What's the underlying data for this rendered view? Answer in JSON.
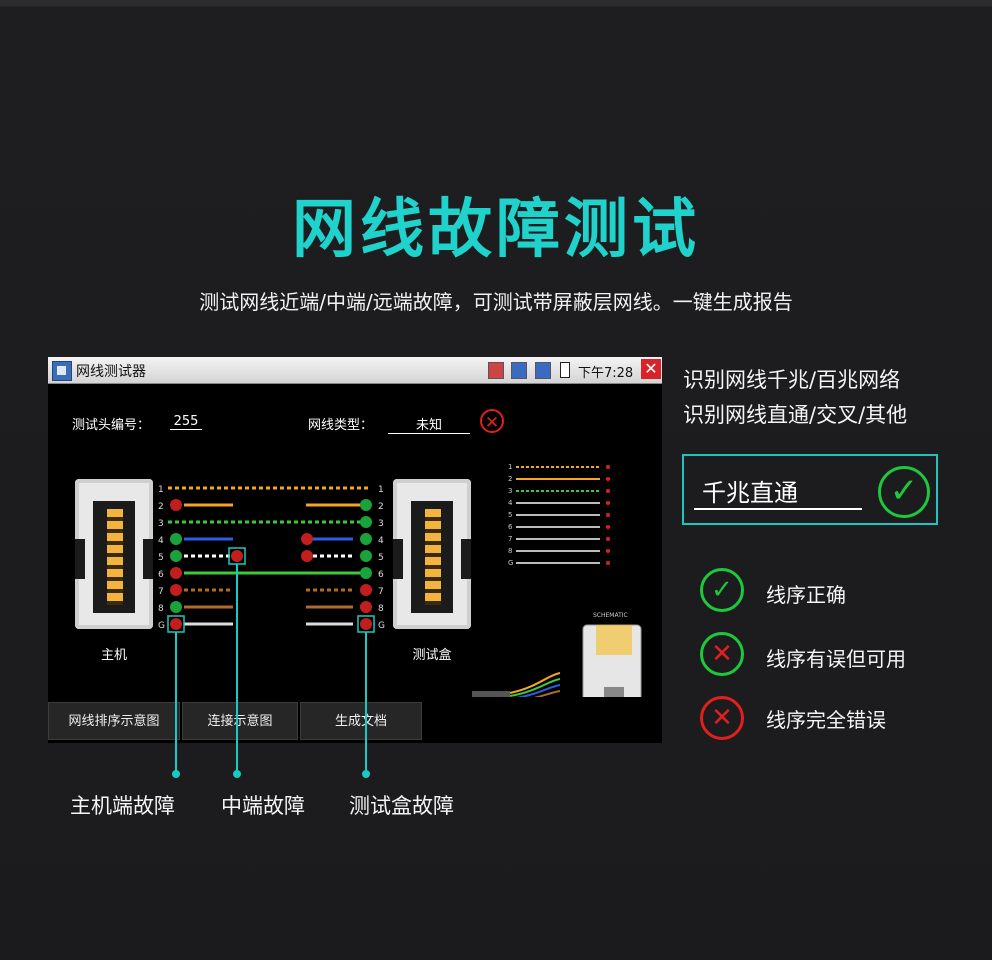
{
  "header": {
    "title": "网线故障测试",
    "subtitle": "测试网线近端/中端/远端故障，可测试带屏蔽层网线。一键生成报告"
  },
  "device": {
    "window_title": "网线测试器",
    "time": "下午7:28",
    "close_glyph": "✕",
    "probe_id_label": "测试头编号：",
    "probe_id_value": "255",
    "cable_type_label": "网线类型：",
    "cable_type_value": "未知",
    "host_label": "主机",
    "testbox_label": "测试盒",
    "pin_labels": [
      "1",
      "2",
      "3",
      "4",
      "5",
      "6",
      "7",
      "8",
      "G"
    ],
    "tabs": [
      "网线排序示意图",
      "连接示意图",
      "生成文档"
    ],
    "small_caption": "SCHEMATIC"
  },
  "side_info": {
    "line1": "识别网线千兆/百兆网络",
    "line2": "识别网线直通/交叉/其他",
    "result_text": "千兆直通",
    "legend": [
      {
        "text": "线序正确",
        "status": "ok"
      },
      {
        "text": "线序有误但可用",
        "status": "partial"
      },
      {
        "text": "线序完全错误",
        "status": "error"
      }
    ]
  },
  "fault_labels": {
    "host": "主机端故障",
    "middle": "中端故障",
    "testbox": "测试盒故障"
  },
  "colors": {
    "accent": "#1fd2cc",
    "ok": "#1ec83c",
    "error": "#e02020"
  }
}
